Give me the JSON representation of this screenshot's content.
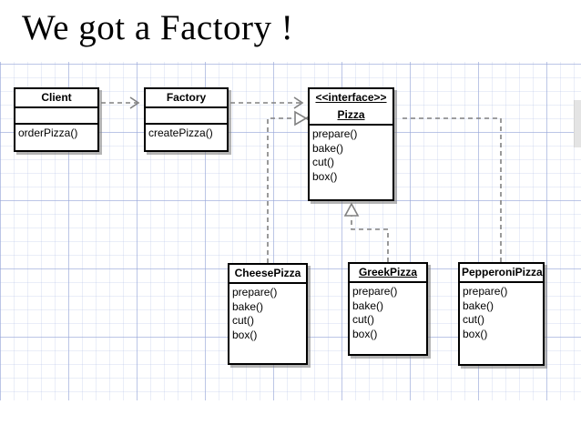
{
  "slide": {
    "title": "We got a Factory !",
    "background": "#ffffff",
    "grid_color": "#96a5d7"
  },
  "diagram": {
    "type": "uml-class-diagram",
    "pattern": "Factory Pattern",
    "classes": [
      {
        "id": "client",
        "name": "Client",
        "stereotype": "",
        "name_underlined": false,
        "has_attribute_compartment": true,
        "attributes": [],
        "operations": [
          "orderPizza()"
        ]
      },
      {
        "id": "factory",
        "name": "Factory",
        "stereotype": "",
        "name_underlined": false,
        "has_attribute_compartment": true,
        "attributes": [],
        "operations": [
          "createPizza()"
        ]
      },
      {
        "id": "pizza",
        "name": "Pizza",
        "stereotype": "<<interface>>",
        "name_underlined": true,
        "has_attribute_compartment": false,
        "attributes": [],
        "operations": [
          "prepare()",
          "bake()",
          "cut()",
          "box()"
        ]
      },
      {
        "id": "cheesepizza",
        "name": "CheesePizza",
        "stereotype": "",
        "name_underlined": false,
        "has_attribute_compartment": false,
        "attributes": [],
        "operations": [
          "prepare()",
          "bake()",
          "cut()",
          "box()"
        ]
      },
      {
        "id": "greekpizza",
        "name": "GreekPizza",
        "stereotype": "",
        "name_underlined": true,
        "has_attribute_compartment": false,
        "attributes": [],
        "operations": [
          "prepare()",
          "bake()",
          "cut()",
          "box()"
        ]
      },
      {
        "id": "pepperonipizza",
        "name": "PepperoniPizza",
        "stereotype": "",
        "name_underlined": false,
        "has_attribute_compartment": false,
        "attributes": [],
        "operations": [
          "prepare()",
          "bake()",
          "cut()",
          "box()"
        ]
      }
    ],
    "relationships": [
      {
        "from": "client",
        "to": "factory",
        "kind": "dependency",
        "line": "dashed",
        "arrowhead": "open"
      },
      {
        "from": "factory",
        "to": "pizza",
        "kind": "dependency",
        "line": "dashed",
        "arrowhead": "open"
      },
      {
        "from": "cheesepizza",
        "to": "pizza",
        "kind": "realization",
        "line": "dashed",
        "arrowhead": "hollow-triangle"
      },
      {
        "from": "greekpizza",
        "to": "pizza",
        "kind": "realization",
        "line": "dashed",
        "arrowhead": "hollow-triangle"
      },
      {
        "from": "pepperonipizza",
        "to": "pizza",
        "kind": "realization",
        "line": "dashed",
        "arrowhead": "hollow-triangle"
      }
    ]
  }
}
